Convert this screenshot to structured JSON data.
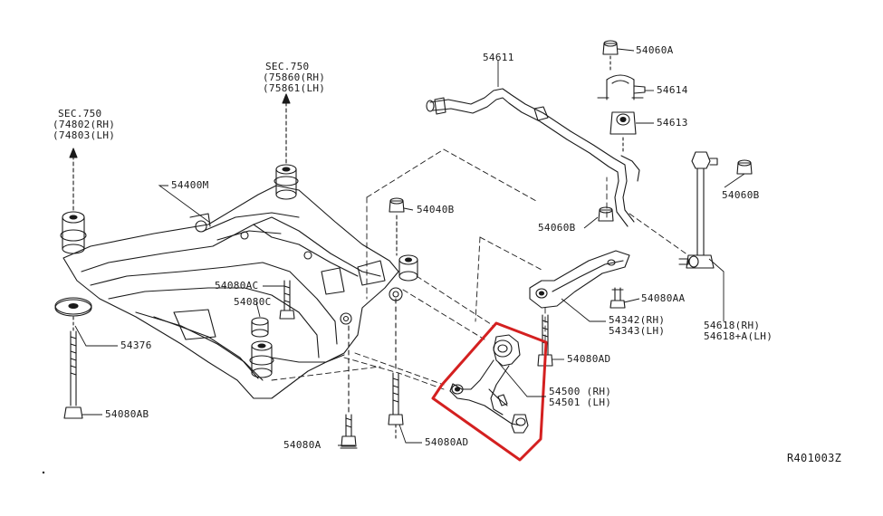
{
  "diagram_id": "R401003Z",
  "highlight_color": "#d42020",
  "labels": {
    "sec750_upper_title": "SEC.750",
    "sec750_upper_rh": "(75860(RH)",
    "sec750_upper_lh": "(75861(LH)",
    "sec750_left_title": "SEC.750",
    "sec750_left_rh": "(74802(RH)",
    "sec750_left_lh": "(74803(LH)",
    "p54400M": "54400M",
    "p54080AC": "54080AC",
    "p54080C": "54080C",
    "p54376": "54376",
    "p54080AB": "54080AB",
    "p54040B": "54040B",
    "p54080A": "54080A",
    "p54080AD_bottom": "54080AD",
    "p54611": "54611",
    "p54060A": "54060A",
    "p54614": "54614",
    "p54613": "54613",
    "p54060B_left": "54060B",
    "p54060B_right": "54060B",
    "p54080AA": "54080AA",
    "p54342": "54342(RH)",
    "p54343": "54343(LH)",
    "p54080AD_mid": "54080AD",
    "p54500": "54500 (RH)",
    "p54501": "54501 (LH)",
    "p54618": "54618(RH)",
    "p54618A": "54618+A(LH)"
  }
}
